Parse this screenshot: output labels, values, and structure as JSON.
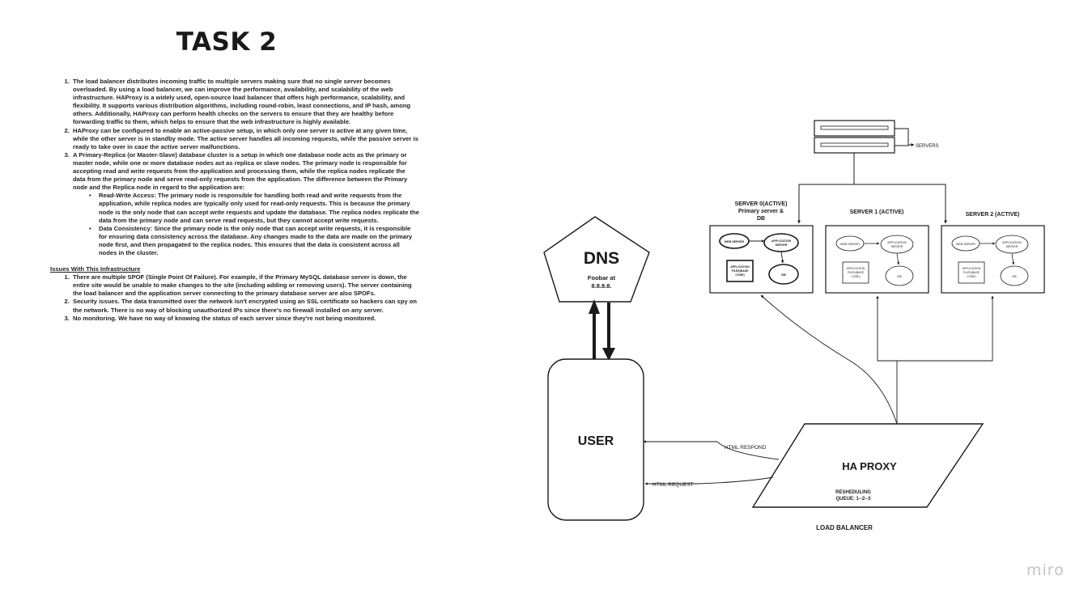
{
  "title": "TASK 2",
  "intro_items": [
    "The load balancer distributes incoming traffic to multiple servers making sure that no single server becomes overloaded. By using a load balancer, we can improve the performance, availability, and scalability of the web infrastructure.  HAProxy is a widely used, open-source load balancer that offers high performance, scalability, and flexibility. It supports various distribution algorithms, including round-robin, least connections, and IP hash, among others. Additionally, HAProxy can perform health checks on the servers to ensure that they are healthy before forwarding traffic to them, which helps to ensure that the web infrastructure is highly available.",
    "HAProxy can be configured to enable an active-passive setup, in which only one server is active at any given time, while the other server is in standby mode. The active server handles all incoming requests, while the passive server is ready to take over in case the active server malfunctions.",
    "A Primary-Replica (or Master-Slave) database cluster is a setup in which one database node acts as the primary or master node, while one or more database nodes act as replica or slave nodes. The primary node is responsible for accepting read and write requests from the application and processing them, while the replica nodes replicate the data from the primary node and serve read-only requests from the application. The difference between the Primary node and the Replica node in regard to the application are:"
  ],
  "sub_items": [
    "Read-Write Access: The primary node is responsible for handling both read and write requests from the application, while replica nodes are typically only used for read-only requests. This is because the primary node is the only node that can accept write requests and update the database. The replica nodes replicate the data from the primary node and can serve read requests, but they cannot accept write requests.",
    "Data Consistency: Since the primary node is the only node that can accept write requests, it is responsible for ensuring data consistency across the database. Any changes made to the data are made on the primary node first, and then propagated to the replica nodes. This ensures that the data is consistent across all nodes in the cluster."
  ],
  "issues_heading": "Issues With This Infrastructure",
  "issues": [
    "There are multiple SPOF (Single Point Of Failure). For example, if the Primary MySQL database server is down, the entire site would be unable to make changes to the site (including adding or removing users). The server containing the load balancer and the application server connecting to the primary database server are also SPOFs.",
    "Security issues. The data transmitted over the network isn't encrypted using an SSL certificate so hackers can spy on the network. There is no way of blocking unauthorized IPs since there's no firewall installed on any server.",
    "No monitoring. We have no way of knowing the status of each server since they're not being monitored."
  ],
  "diagram": {
    "servers_label": "SERVERS",
    "dns": {
      "title": "DNS",
      "line1": "Foobar at",
      "line2": "8.8.8.8."
    },
    "user": "USER",
    "html_respond": "HTML RESPOND",
    "html_request": "HTML REQUEST",
    "ha_proxy": "HA PROXY",
    "queue_line1": "RESHEDULING",
    "queue_line2": "QUEUE: 1--2--3",
    "load_balancer": "LOAD BALANCER",
    "server0": {
      "title1": "SERVER 0(ACTIVE)",
      "title2": "Primary server &",
      "title3": "DB",
      "web": "WEB SERVER",
      "app1": "APPLICATION",
      "app2": "SERVER",
      "files1": "APPLICATION",
      "files2": "FILES(BASE",
      "files3": "CODE)",
      "db": "DB"
    },
    "server1": {
      "title1": "SERVER 1 (ACTIVE)",
      "web": "WEB SERVER",
      "app1": "APPLICATION",
      "app2": "SERVER",
      "files1": "APPLICATION",
      "files2": "FILES(BASE",
      "files3": "CODE)",
      "db": "DB"
    },
    "server2": {
      "title1": "SERVER 2 (ACTIVE)",
      "web": "WEB SERVER",
      "app1": "APPLICATION",
      "app2": "SERVER",
      "files1": "APPLICATION",
      "files2": "FILES(BASE",
      "files3": "CODE)",
      "db": "DB"
    }
  },
  "watermark": "miro"
}
